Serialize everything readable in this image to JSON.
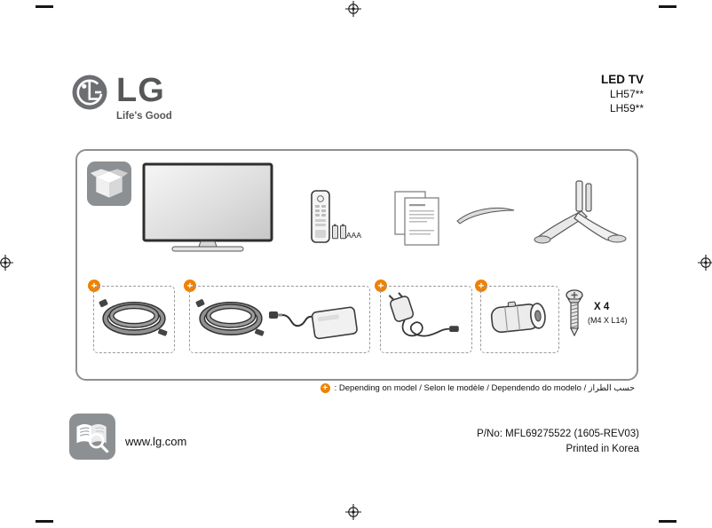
{
  "header": {
    "logo_icon": "lg-face-icon",
    "brand": "LG",
    "tagline": "Life's Good",
    "product_line": "LED TV",
    "models": [
      "LH57**",
      "LH59**"
    ]
  },
  "contents": {
    "package_icon": "package-box-icon",
    "included_items": [
      "tv",
      "remote-control",
      "aaa-batteries",
      "manuals",
      "cable-holder",
      "tv-stand"
    ],
    "battery_label": "AAA",
    "optional_groups": [
      "power-cord",
      "power-cord-and-ac-adapter",
      "travel-adapter",
      "ferrite-core"
    ],
    "screw": {
      "quantity": "X 4",
      "spec": "(M4 X L14)"
    }
  },
  "icons": {
    "plus": "+"
  },
  "note": {
    "icon": "plus-circle-icon",
    "text": ": Depending on model / Selon le modèle / Dependendo do modelo / حسب الطراز"
  },
  "footer": {
    "manual_icon": "book-search-icon",
    "website": "www.lg.com",
    "part_number": "P/No: MFL69275522 (1605-REV03)",
    "printed_in": "Printed in Korea"
  },
  "colors": {
    "accent_orange": "#ef8200",
    "logo_gray": "#6d6e71",
    "tile_gray": "#8d9093"
  }
}
